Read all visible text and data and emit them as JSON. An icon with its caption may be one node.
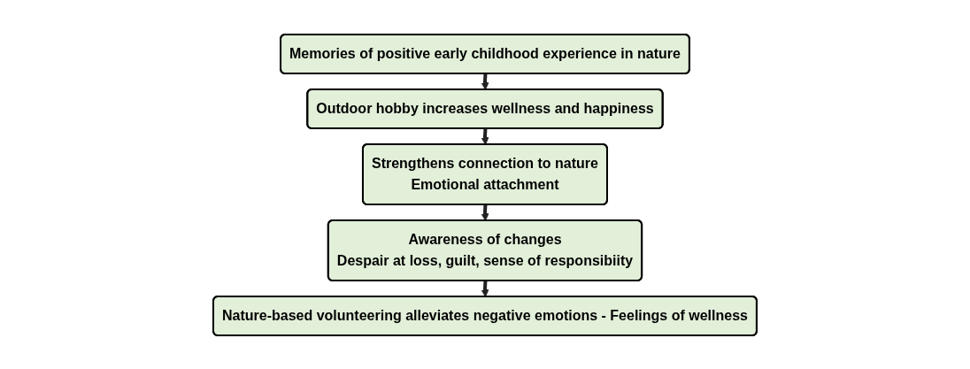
{
  "diagram": {
    "nodes": [
      {
        "text": [
          "Memories of positive early childhood experience in nature"
        ]
      },
      {
        "text": [
          "Outdoor hobby increases wellness and happiness"
        ]
      },
      {
        "text": [
          "Strengthens connection to nature",
          "Emotional attachment"
        ]
      },
      {
        "text": [
          "Awareness of changes",
          "Despair at loss, guilt, sense of responsibiity"
        ]
      },
      {
        "text": [
          "Nature-based volunteering alleviates negative emotions - Feelings of wellness"
        ]
      }
    ],
    "edges": [
      {
        "from": 0,
        "to": 1,
        "arrow": "to"
      },
      {
        "from": 1,
        "to": 2,
        "arrow": "to"
      },
      {
        "from": 2,
        "to": 3,
        "arrow": "to"
      },
      {
        "from": 3,
        "to": 4,
        "arrow": "to"
      }
    ]
  }
}
